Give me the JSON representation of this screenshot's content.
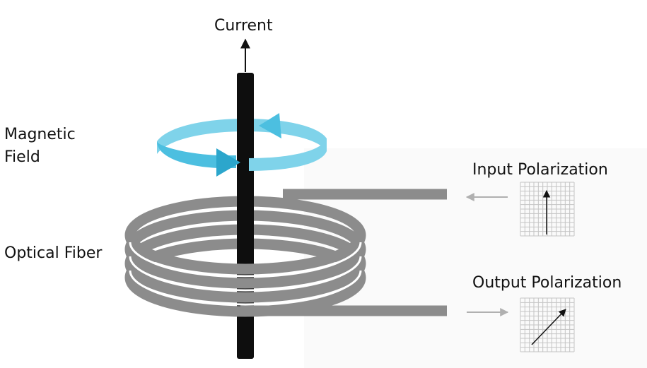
{
  "labels": {
    "current": "Current",
    "magnetic_field_line1": "Magnetic",
    "magnetic_field_line2": "Field",
    "optical_fiber": "Optical Fiber",
    "input_polarization": "Input Polarization",
    "output_polarization": "Output Polarization"
  },
  "colors": {
    "conductor": "#0e0e0e",
    "fiber": "#8c8c8c",
    "field_arrow": "#4cbfe0",
    "field_arrow_dark": "#2ca6cc",
    "grid_line": "#c4c4c4",
    "light_arrow": "#b0b0b0",
    "text": "#111111"
  },
  "polarization": {
    "input_direction": "vertical",
    "output_direction": "diagonal-45"
  }
}
